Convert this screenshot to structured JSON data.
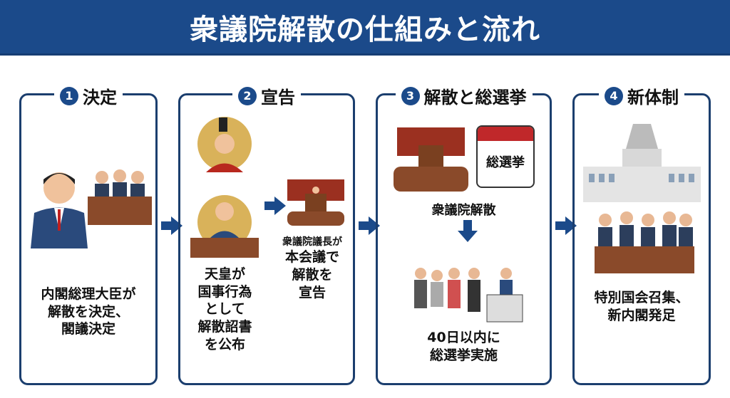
{
  "title": "衆議院解散の仕組みと流れ",
  "steps": [
    {
      "number": "1",
      "label": "決定",
      "description": [
        "内閣総理大臣が",
        "解散を決定、",
        "閣議決定"
      ]
    },
    {
      "number": "2",
      "label": "宣告",
      "description": [
        "天皇が",
        "国事行為",
        "として",
        "解散詔書",
        "を公布"
      ],
      "sub_description_small": "衆議院議長が",
      "sub_description": [
        "本会議で",
        "解散を",
        "宣告"
      ]
    },
    {
      "number": "3",
      "label": "解散と総選挙",
      "calendar_label": "総選挙",
      "caption": "衆議院解散",
      "description": [
        "40日以内に",
        "総選挙実施"
      ]
    },
    {
      "number": "4",
      "label": "新体制",
      "description": [
        "特別国会召集、",
        "新内閣発足"
      ]
    }
  ],
  "colors": {
    "navy": "#1b4a8a",
    "wood": "#8a4a2a",
    "gold": "#d9b25a"
  }
}
